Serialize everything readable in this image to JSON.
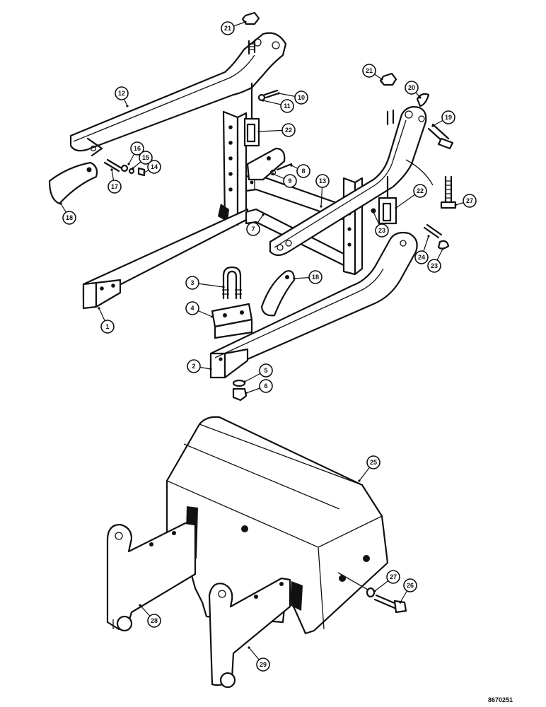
{
  "callouts": [
    {
      "id": "c21a",
      "label": "21"
    },
    {
      "id": "c12",
      "label": "12"
    },
    {
      "id": "c10a",
      "label": "10"
    },
    {
      "id": "c11",
      "label": "11"
    },
    {
      "id": "c22a",
      "label": "22"
    },
    {
      "id": "c16",
      "label": "16"
    },
    {
      "id": "c15",
      "label": "15"
    },
    {
      "id": "c14",
      "label": "14"
    },
    {
      "id": "c17",
      "label": "17"
    },
    {
      "id": "c18a",
      "label": "18"
    },
    {
      "id": "c8",
      "label": "8"
    },
    {
      "id": "c9",
      "label": "9"
    },
    {
      "id": "c13",
      "label": "13"
    },
    {
      "id": "c7",
      "label": "7"
    },
    {
      "id": "c21b",
      "label": "21"
    },
    {
      "id": "c20",
      "label": "20"
    },
    {
      "id": "c19",
      "label": "19"
    },
    {
      "id": "c27a",
      "label": "27"
    },
    {
      "id": "c22b",
      "label": "22"
    },
    {
      "id": "c23a",
      "label": "23"
    },
    {
      "id": "c24",
      "label": "24"
    },
    {
      "id": "c23b",
      "label": "23"
    },
    {
      "id": "c18b",
      "label": "18"
    },
    {
      "id": "c3",
      "label": "3"
    },
    {
      "id": "c4",
      "label": "4"
    },
    {
      "id": "c1",
      "label": "1"
    },
    {
      "id": "c2",
      "label": "2"
    },
    {
      "id": "c5",
      "label": "5"
    },
    {
      "id": "c6",
      "label": "6"
    },
    {
      "id": "c25",
      "label": "25"
    },
    {
      "id": "c27b",
      "label": "27"
    },
    {
      "id": "c26",
      "label": "26"
    },
    {
      "id": "c28",
      "label": "28"
    },
    {
      "id": "c29",
      "label": "29"
    }
  ],
  "reference_code": "8670251"
}
